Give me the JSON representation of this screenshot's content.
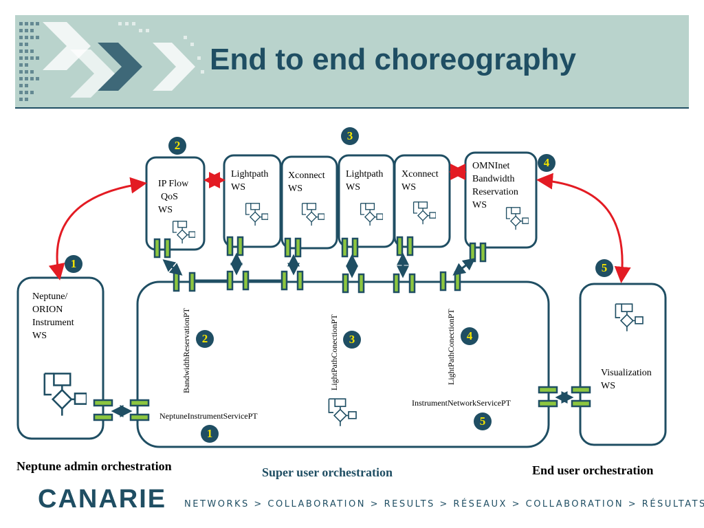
{
  "title": "End to end choreography",
  "services": {
    "ipflow": [
      "IP Flow",
      "QoS",
      "WS"
    ],
    "lightpath1": [
      "Lightpath",
      "WS"
    ],
    "xconnect1": [
      "Xconnect",
      "WS"
    ],
    "lightpath2": [
      "Lightpath",
      "WS"
    ],
    "xconnect2": [
      "Xconnect",
      "WS"
    ],
    "omninet": [
      "OMNInet",
      "Bandwidth",
      "Reservation",
      "WS"
    ],
    "neptune": [
      "Neptune/",
      "ORION",
      "Instrument",
      "WS"
    ],
    "visualization": [
      "Visualization",
      "WS"
    ]
  },
  "port_types": {
    "bandwidth": "BandwidthReservationPT",
    "lightpath_conection1": "LightPathConectionPT",
    "lightpath_conection2": "LightPathConectionPT",
    "neptune_instrument": "NeptuneInstrumentServicePT",
    "instrument_network": "InstrumentNetworkServicePT"
  },
  "badges": {
    "top_ipflow": "2",
    "top_lightpath": "3",
    "top_omninet": "4",
    "neptune": "1",
    "visualization": "5",
    "inner_2": "2",
    "inner_3": "3",
    "inner_4": "4",
    "inner_5": "5",
    "inner_1": "1"
  },
  "orchestrations": {
    "neptune_admin": "Neptune admin orchestration",
    "super_user": "Super user orchestration",
    "end_user": "End user orchestration"
  },
  "footer": {
    "logo": "CANARIE",
    "tagline": "NETWORKS > COLLABORATION > RESULTS > RÉSEAUX > COLLABORATION > RÉSULTATS"
  },
  "colors": {
    "navy": "#1f4e63",
    "header_bg": "#b9d3cc",
    "port_green": "#8dc63f",
    "arrow_red": "#e31b23",
    "badge_text": "#f3e400"
  }
}
